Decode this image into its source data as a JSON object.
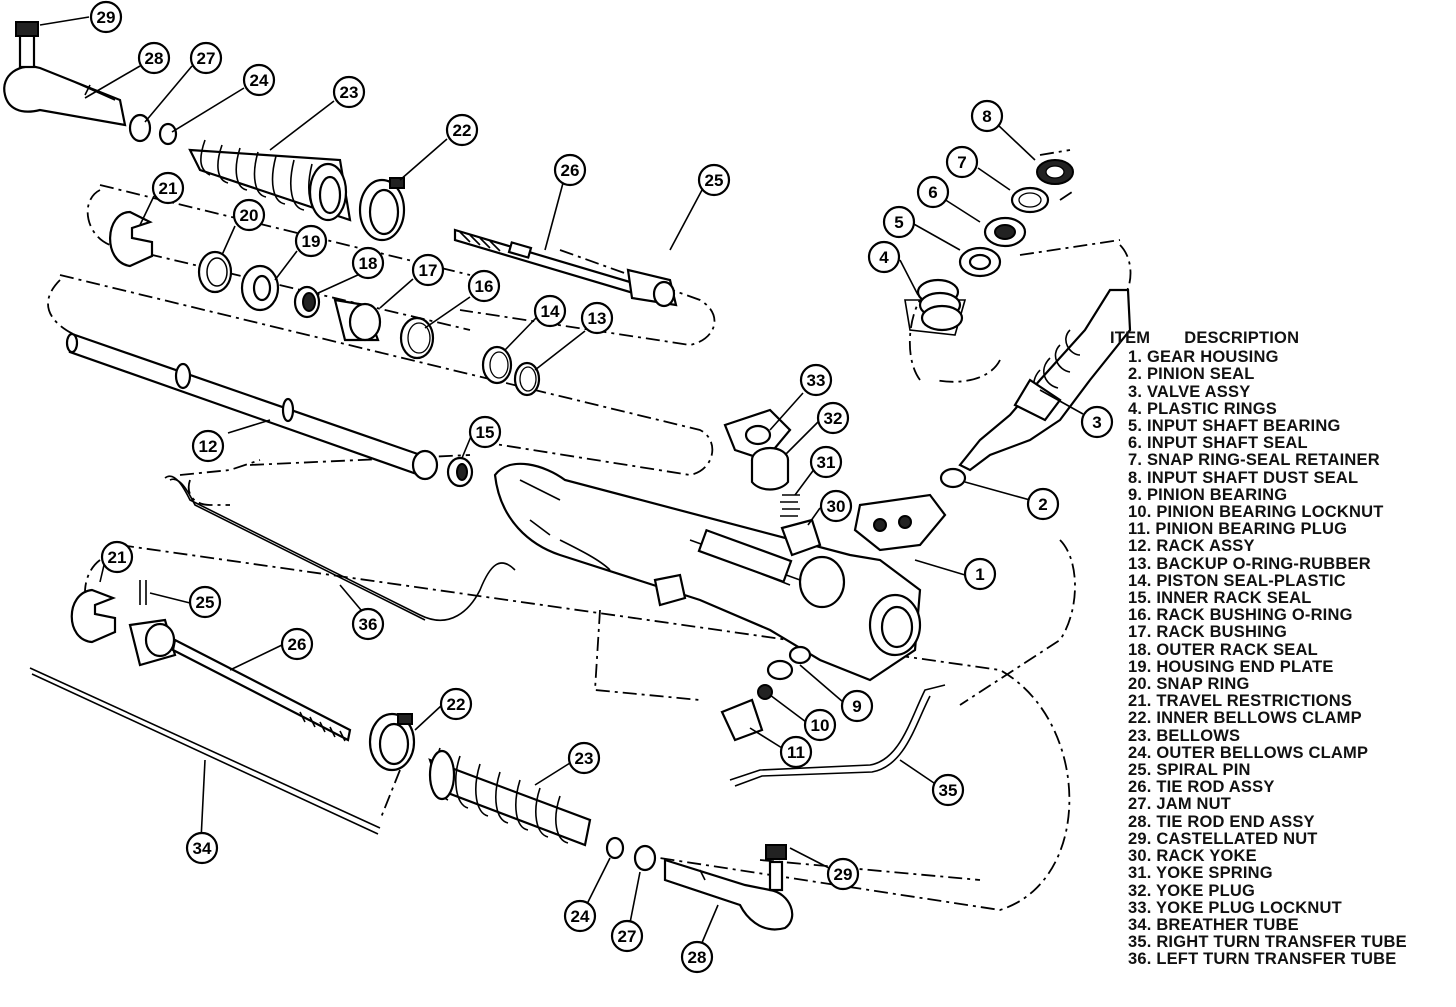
{
  "legend": {
    "header_item": "ITEM",
    "header_description": "DESCRIPTION",
    "items": [
      "1. GEAR HOUSING",
      "2. PINION SEAL",
      "3. VALVE ASSY",
      "4. PLASTIC RINGS",
      "5. INPUT SHAFT BEARING",
      "6. INPUT SHAFT SEAL",
      "7. SNAP RING-SEAL RETAINER",
      "8. INPUT SHAFT DUST SEAL",
      "9. PINION BEARING",
      "10. PINION BEARING LOCKNUT",
      "11. PINION BEARING PLUG",
      "12. RACK ASSY",
      "13. BACKUP O-RING-RUBBER",
      "14. PISTON SEAL-PLASTIC",
      "15. INNER RACK SEAL",
      "16. RACK BUSHING O-RING",
      "17. RACK BUSHING",
      "18. OUTER RACK SEAL",
      "19. HOUSING END PLATE",
      "20. SNAP RING",
      "21. TRAVEL RESTRICTIONS",
      "22. INNER BELLOWS CLAMP",
      "23. BELLOWS",
      "24. OUTER BELLOWS CLAMP",
      "25. SPIRAL PIN",
      "26. TIE ROD ASSY",
      "27. JAM NUT",
      "28. TIE ROD END ASSY",
      "29. CASTELLATED NUT",
      "30. RACK YOKE",
      "31. YOKE SPRING",
      "32. YOKE PLUG",
      "33. YOKE PLUG LOCKNUT",
      "34. BREATHER TUBE",
      "35. RIGHT TURN TRANSFER TUBE",
      "36. LEFT TURN TRANSFER TUBE"
    ]
  },
  "callouts": [
    "29",
    "28",
    "27",
    "24",
    "23",
    "22",
    "26",
    "25",
    "21",
    "20",
    "19",
    "18",
    "17",
    "16",
    "14",
    "13",
    "12",
    "15",
    "8",
    "7",
    "6",
    "5",
    "4",
    "3",
    "2",
    "1",
    "33",
    "32",
    "31",
    "30",
    "36",
    "21",
    "25",
    "26",
    "22",
    "23",
    "9",
    "10",
    "11",
    "35",
    "34",
    "24",
    "27",
    "28",
    "29"
  ]
}
